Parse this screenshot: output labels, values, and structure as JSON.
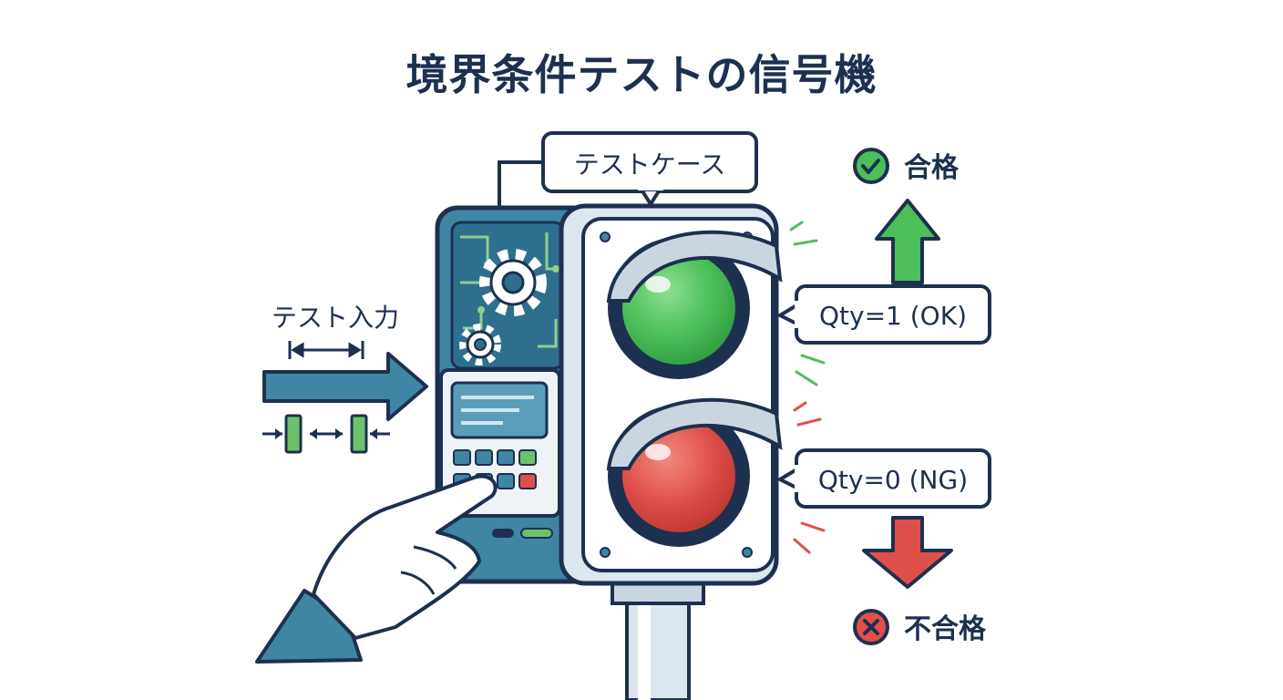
{
  "title": "境界条件テストの信号機",
  "callout_test_case": "テストケース",
  "label_test_input": "テスト入力",
  "pass_text": "合格",
  "fail_text": "不合格",
  "bubble_ok": "Qty=1 (OK)",
  "bubble_ng": "Qty=0 (NG)",
  "colors": {
    "navy": "#1d3050",
    "teal": "#3e86a3",
    "green": "#4cbf5a",
    "red": "#e0504a"
  }
}
